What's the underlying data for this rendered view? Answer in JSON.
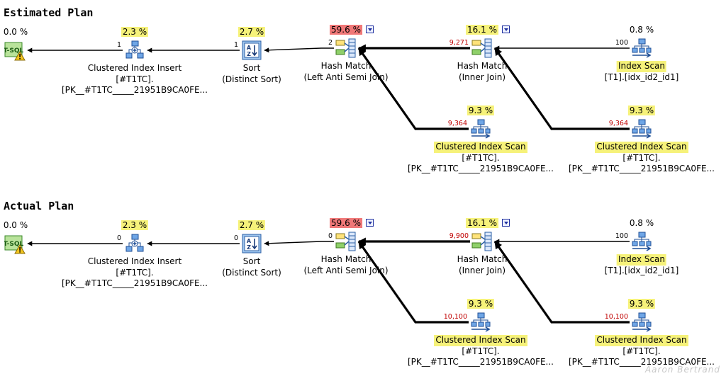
{
  "colors": {
    "highlight_yellow": "#f6f27a",
    "highlight_red": "#f07878",
    "row_count_red": "#c00000",
    "edge": "#000000"
  },
  "watermark": "Aaron Bertrand",
  "plans": [
    {
      "title": "Estimated Plan",
      "nodes": [
        {
          "id": "tsql",
          "icon": "t-sql-warning-icon",
          "pct": "0.0 %",
          "pct_style": "plain",
          "dropdown": false,
          "label": []
        },
        {
          "id": "insert",
          "icon": "clustered-index-insert-icon",
          "pct": "2.3 %",
          "pct_style": "hl-yellow",
          "dropdown": false,
          "label": [
            "Clustered Index Insert",
            "[#T1TC].",
            "[PK__#T1TC_____21951B9CA0FE..."
          ],
          "label_hl": false
        },
        {
          "id": "sort",
          "icon": "sort-icon",
          "pct": "2.7 %",
          "pct_style": "hl-yellow",
          "dropdown": false,
          "label": [
            "Sort",
            "(Distinct Sort)"
          ],
          "label_hl": false
        },
        {
          "id": "hash1",
          "icon": "hash-match-icon",
          "pct": "59.6 %",
          "pct_style": "hl-red",
          "dropdown": true,
          "label": [
            "Hash Match",
            "(Left Anti Semi Join)"
          ],
          "label_hl": false
        },
        {
          "id": "hash2",
          "icon": "hash-match-icon",
          "pct": "16.1 %",
          "pct_style": "hl-yellow",
          "dropdown": true,
          "label": [
            "Hash Match",
            "(Inner Join)"
          ],
          "label_hl": false
        },
        {
          "id": "idxscan",
          "icon": "index-scan-icon",
          "pct": "0.8 %",
          "pct_style": "plain",
          "dropdown": false,
          "label": [
            "Index Scan",
            "[T1].[idx_id2_id1]"
          ],
          "label_hl": true
        },
        {
          "id": "cis1",
          "icon": "clustered-index-scan-icon",
          "pct": "9.3 %",
          "pct_style": "hl-yellow",
          "dropdown": false,
          "label": [
            "Clustered Index Scan",
            "[#T1TC].",
            "[PK__#T1TC_____21951B9CA0FE..."
          ],
          "label_hl": true
        },
        {
          "id": "cis2",
          "icon": "clustered-index-scan-icon",
          "pct": "9.3 %",
          "pct_style": "hl-yellow",
          "dropdown": false,
          "label": [
            "Clustered Index Scan",
            "[#T1TC].",
            "[PK__#T1TC_____21951B9CA0FE..."
          ],
          "label_hl": true
        }
      ],
      "edges": [
        {
          "from": "insert",
          "to": "tsql",
          "rows": "1",
          "rows_color": "black",
          "weight": "thin"
        },
        {
          "from": "sort",
          "to": "insert",
          "rows": "1",
          "rows_color": "black",
          "weight": "thin"
        },
        {
          "from": "hash1",
          "to": "sort",
          "rows": "2",
          "rows_color": "black",
          "weight": "thin"
        },
        {
          "from": "hash2",
          "to": "hash1",
          "rows": "9,271",
          "rows_color": "red",
          "weight": "thick"
        },
        {
          "from": "cis1",
          "to": "hash1",
          "rows": "9,364",
          "rows_color": "red",
          "weight": "thick"
        },
        {
          "from": "idxscan",
          "to": "hash2",
          "rows": "100",
          "rows_color": "black",
          "weight": "thin"
        },
        {
          "from": "cis2",
          "to": "hash2",
          "rows": "9,364",
          "rows_color": "red",
          "weight": "thick"
        }
      ]
    },
    {
      "title": "Actual Plan",
      "nodes": [
        {
          "id": "tsql",
          "icon": "t-sql-warning-icon",
          "pct": "0.0 %",
          "pct_style": "plain",
          "dropdown": false,
          "label": []
        },
        {
          "id": "insert",
          "icon": "clustered-index-insert-icon",
          "pct": "2.3 %",
          "pct_style": "hl-yellow",
          "dropdown": false,
          "label": [
            "Clustered Index Insert",
            "[#T1TC].",
            "[PK__#T1TC_____21951B9CA0FE..."
          ],
          "label_hl": false
        },
        {
          "id": "sort",
          "icon": "sort-icon",
          "pct": "2.7 %",
          "pct_style": "hl-yellow",
          "dropdown": false,
          "label": [
            "Sort",
            "(Distinct Sort)"
          ],
          "label_hl": false
        },
        {
          "id": "hash1",
          "icon": "hash-match-icon",
          "pct": "59.6 %",
          "pct_style": "hl-red",
          "dropdown": true,
          "label": [
            "Hash Match",
            "(Left Anti Semi Join)"
          ],
          "label_hl": false
        },
        {
          "id": "hash2",
          "icon": "hash-match-icon",
          "pct": "16.1 %",
          "pct_style": "hl-yellow",
          "dropdown": true,
          "label": [
            "Hash Match",
            "(Inner Join)"
          ],
          "label_hl": false
        },
        {
          "id": "idxscan",
          "icon": "index-scan-icon",
          "pct": "0.8 %",
          "pct_style": "plain",
          "dropdown": false,
          "label": [
            "Index Scan",
            "[T1].[idx_id2_id1]"
          ],
          "label_hl": true
        },
        {
          "id": "cis1",
          "icon": "clustered-index-scan-icon",
          "pct": "9.3 %",
          "pct_style": "hl-yellow",
          "dropdown": false,
          "label": [
            "Clustered Index Scan",
            "[#T1TC].",
            "[PK__#T1TC_____21951B9CA0FE..."
          ],
          "label_hl": true
        },
        {
          "id": "cis2",
          "icon": "clustered-index-scan-icon",
          "pct": "9.3 %",
          "pct_style": "hl-yellow",
          "dropdown": false,
          "label": [
            "Clustered Index Scan",
            "[#T1TC].",
            "[PK__#T1TC_____21951B9CA0FE..."
          ],
          "label_hl": true
        }
      ],
      "edges": [
        {
          "from": "insert",
          "to": "tsql",
          "rows": "0",
          "rows_color": "black",
          "weight": "thin"
        },
        {
          "from": "sort",
          "to": "insert",
          "rows": "0",
          "rows_color": "black",
          "weight": "thin"
        },
        {
          "from": "hash1",
          "to": "sort",
          "rows": "0",
          "rows_color": "black",
          "weight": "thin"
        },
        {
          "from": "hash2",
          "to": "hash1",
          "rows": "9,900",
          "rows_color": "red",
          "weight": "thick"
        },
        {
          "from": "cis1",
          "to": "hash1",
          "rows": "10,100",
          "rows_color": "red",
          "weight": "thick"
        },
        {
          "from": "idxscan",
          "to": "hash2",
          "rows": "100",
          "rows_color": "black",
          "weight": "thin"
        },
        {
          "from": "cis2",
          "to": "hash2",
          "rows": "10,100",
          "rows_color": "red",
          "weight": "thick"
        }
      ]
    }
  ]
}
